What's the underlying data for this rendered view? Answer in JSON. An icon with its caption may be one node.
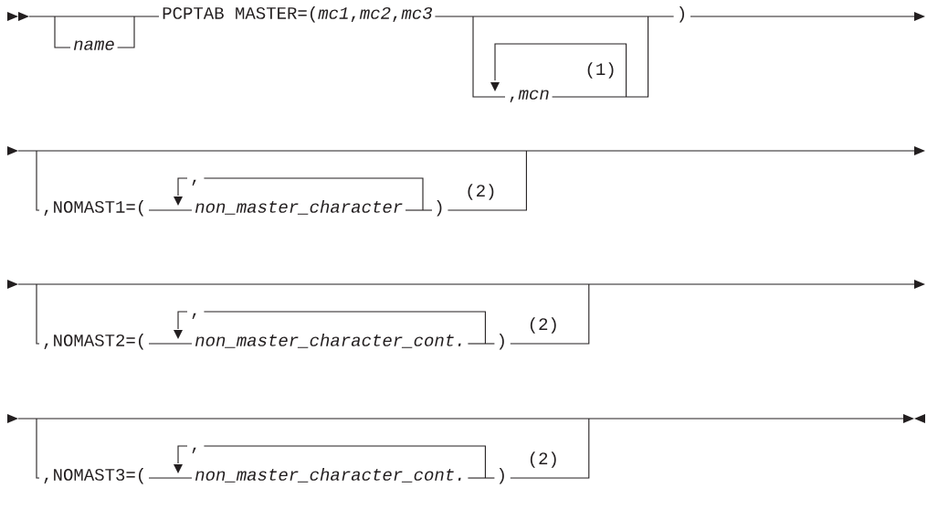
{
  "diagram": {
    "labels": [
      "PCPTAB MASTER=(*mc1*,*mc2*,*mc3*",
      ")",
      "name",
      "(1)",
      ",*mcn*",
      ",",
      "(2)",
      ",NOMAST1=(",
      "non_master_character",
      ")",
      ",",
      "(2)",
      ",NOMAST2=(",
      "non_master_character_cont.",
      ")",
      ",",
      "(2)",
      ",NOMAST3=(",
      "non_master_character_cont.",
      ")"
    ]
  }
}
